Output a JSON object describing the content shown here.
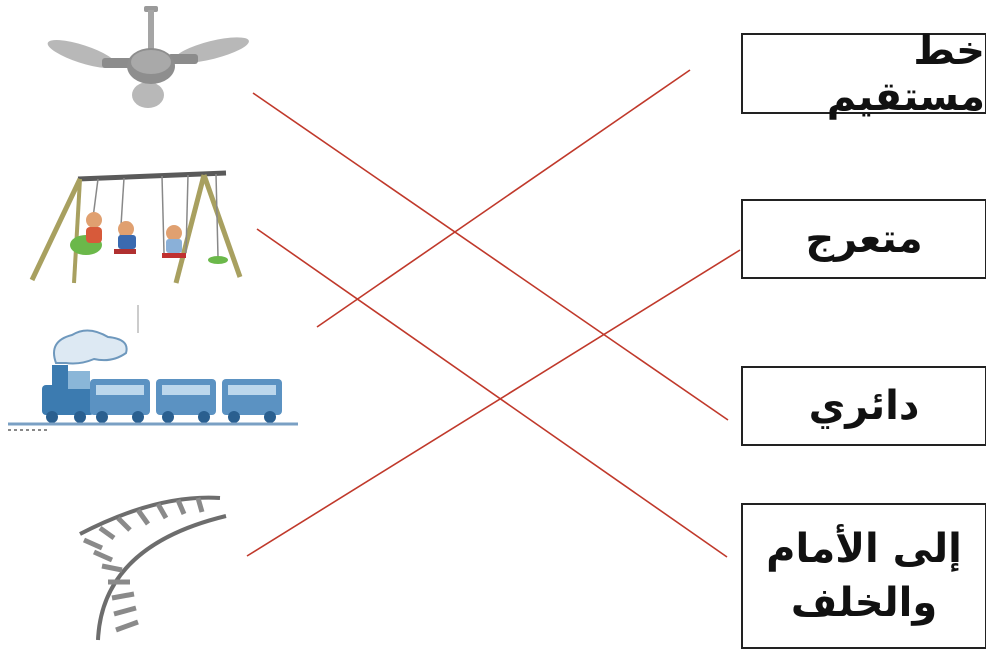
{
  "worksheet": {
    "pictures": [
      {
        "id": "fan",
        "icon": "ceiling-fan-icon"
      },
      {
        "id": "swing",
        "icon": "swing-set-icon"
      },
      {
        "id": "train",
        "icon": "toy-train-icon"
      },
      {
        "id": "track",
        "icon": "railway-track-icon"
      }
    ],
    "labels": [
      {
        "id": "straight",
        "text": "خط مستقيم"
      },
      {
        "id": "zigzag",
        "text": "متعرج"
      },
      {
        "id": "circular",
        "text": "دائري"
      },
      {
        "id": "back-forth",
        "line1": "إلى الأمام",
        "line2": "والخلف"
      }
    ],
    "matches": [
      {
        "picture": "fan",
        "label": "circular"
      },
      {
        "picture": "swing",
        "label": "back-forth"
      },
      {
        "picture": "train",
        "label": "straight"
      },
      {
        "picture": "track",
        "label": "zigzag"
      }
    ],
    "line_color": "#c0392b"
  }
}
